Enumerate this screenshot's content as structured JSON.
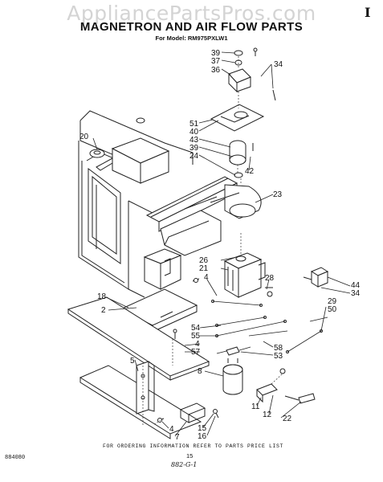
{
  "watermark": "AppliancePartsPros.com",
  "page_mark": "I",
  "title": "MAGNETRON AND AIR FLOW PARTS",
  "subtitle": "For Model: RM975PXLW1",
  "footer": {
    "note": "FOR ORDERING INFORMATION REFER TO PARTS PRICE LIST",
    "code": "884080",
    "page": "15",
    "revision": "882-G-1"
  },
  "callouts": {
    "c39a": "39",
    "c37": "37",
    "c36": "36",
    "c34a": "34",
    "c51": "51",
    "c40": "40",
    "c43": "43",
    "c39b": "39",
    "c24": "24",
    "c42": "42",
    "c20": "20",
    "c23": "23",
    "c26": "26",
    "c21": "21",
    "c4a": "4",
    "c28": "28",
    "c44": "44",
    "c34b": "34",
    "c18": "18",
    "c2": "2",
    "c29": "29",
    "c50": "50",
    "c54": "54",
    "c55": "55",
    "c4b": "4",
    "c57": "57",
    "c58": "58",
    "c53": "53",
    "c5": "5",
    "c8": "8",
    "c11": "11",
    "c12": "12",
    "c22": "22",
    "c4c": "4",
    "c7": "7",
    "c15": "15",
    "c16": "16"
  }
}
